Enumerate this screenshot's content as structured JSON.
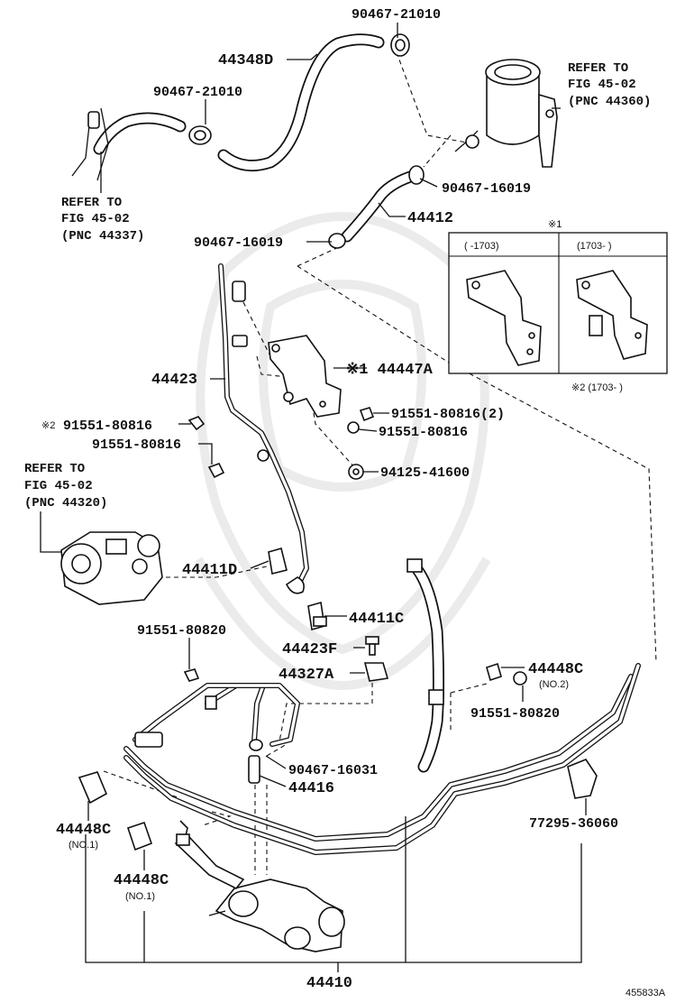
{
  "labels": {
    "hose_clamp_top": "90467-21010",
    "return_hose": "44348D",
    "hose_clamp_left": "90467-21010",
    "refer_reservoir": [
      "REFER TO",
      "FIG 45-02",
      "(PNC 44360)"
    ],
    "refer_left": [
      "REFER TO",
      "FIG 45-02",
      "(PNC 44337)"
    ],
    "clip_right": "90467-16019",
    "hose_44412": "44412",
    "clip_left": "90467-16019",
    "inset_mark": "※1",
    "inset_left_range": "(     -1703)",
    "inset_right_range": "(1703-     )",
    "inset_note": "※2 (1703-     )",
    "tube_44423": "44423",
    "bracket_44447A": "※1 44447A",
    "bolt_2_mark": "※2",
    "bolt_a": "91551-80816",
    "bolt_b": "91551-80816(2)",
    "bolt_c": "91551-80816",
    "bolt_d": "91551-80816",
    "nut": "94125-41600",
    "refer_pump": [
      "REFER TO",
      "FIG 45-02",
      "(PNC 44320)"
    ],
    "clamp_44411D": "44411D",
    "union_44411C": "44411C",
    "bolt_80820_top": "91551-80820",
    "bolt_44423F": "44423F",
    "clamp_44327A": "44327A",
    "clamp_44448C_no2": "44448C",
    "no2": "(NO.2)",
    "bolt_80820_right": "91551-80820",
    "clip_16031": "90467-16031",
    "pipe_44416": "44416",
    "clamp_44448C_no1_a": "44448C",
    "no1_a": "(NO.1)",
    "clamp_44448C_no1_b": "44448C",
    "no1_b": "(NO.1)",
    "clamp_77295": "77295-36060",
    "gear_assy": "44410",
    "figure_id": "455833A"
  },
  "icons": {
    "watermark": "samurai-helmet-watermark"
  }
}
